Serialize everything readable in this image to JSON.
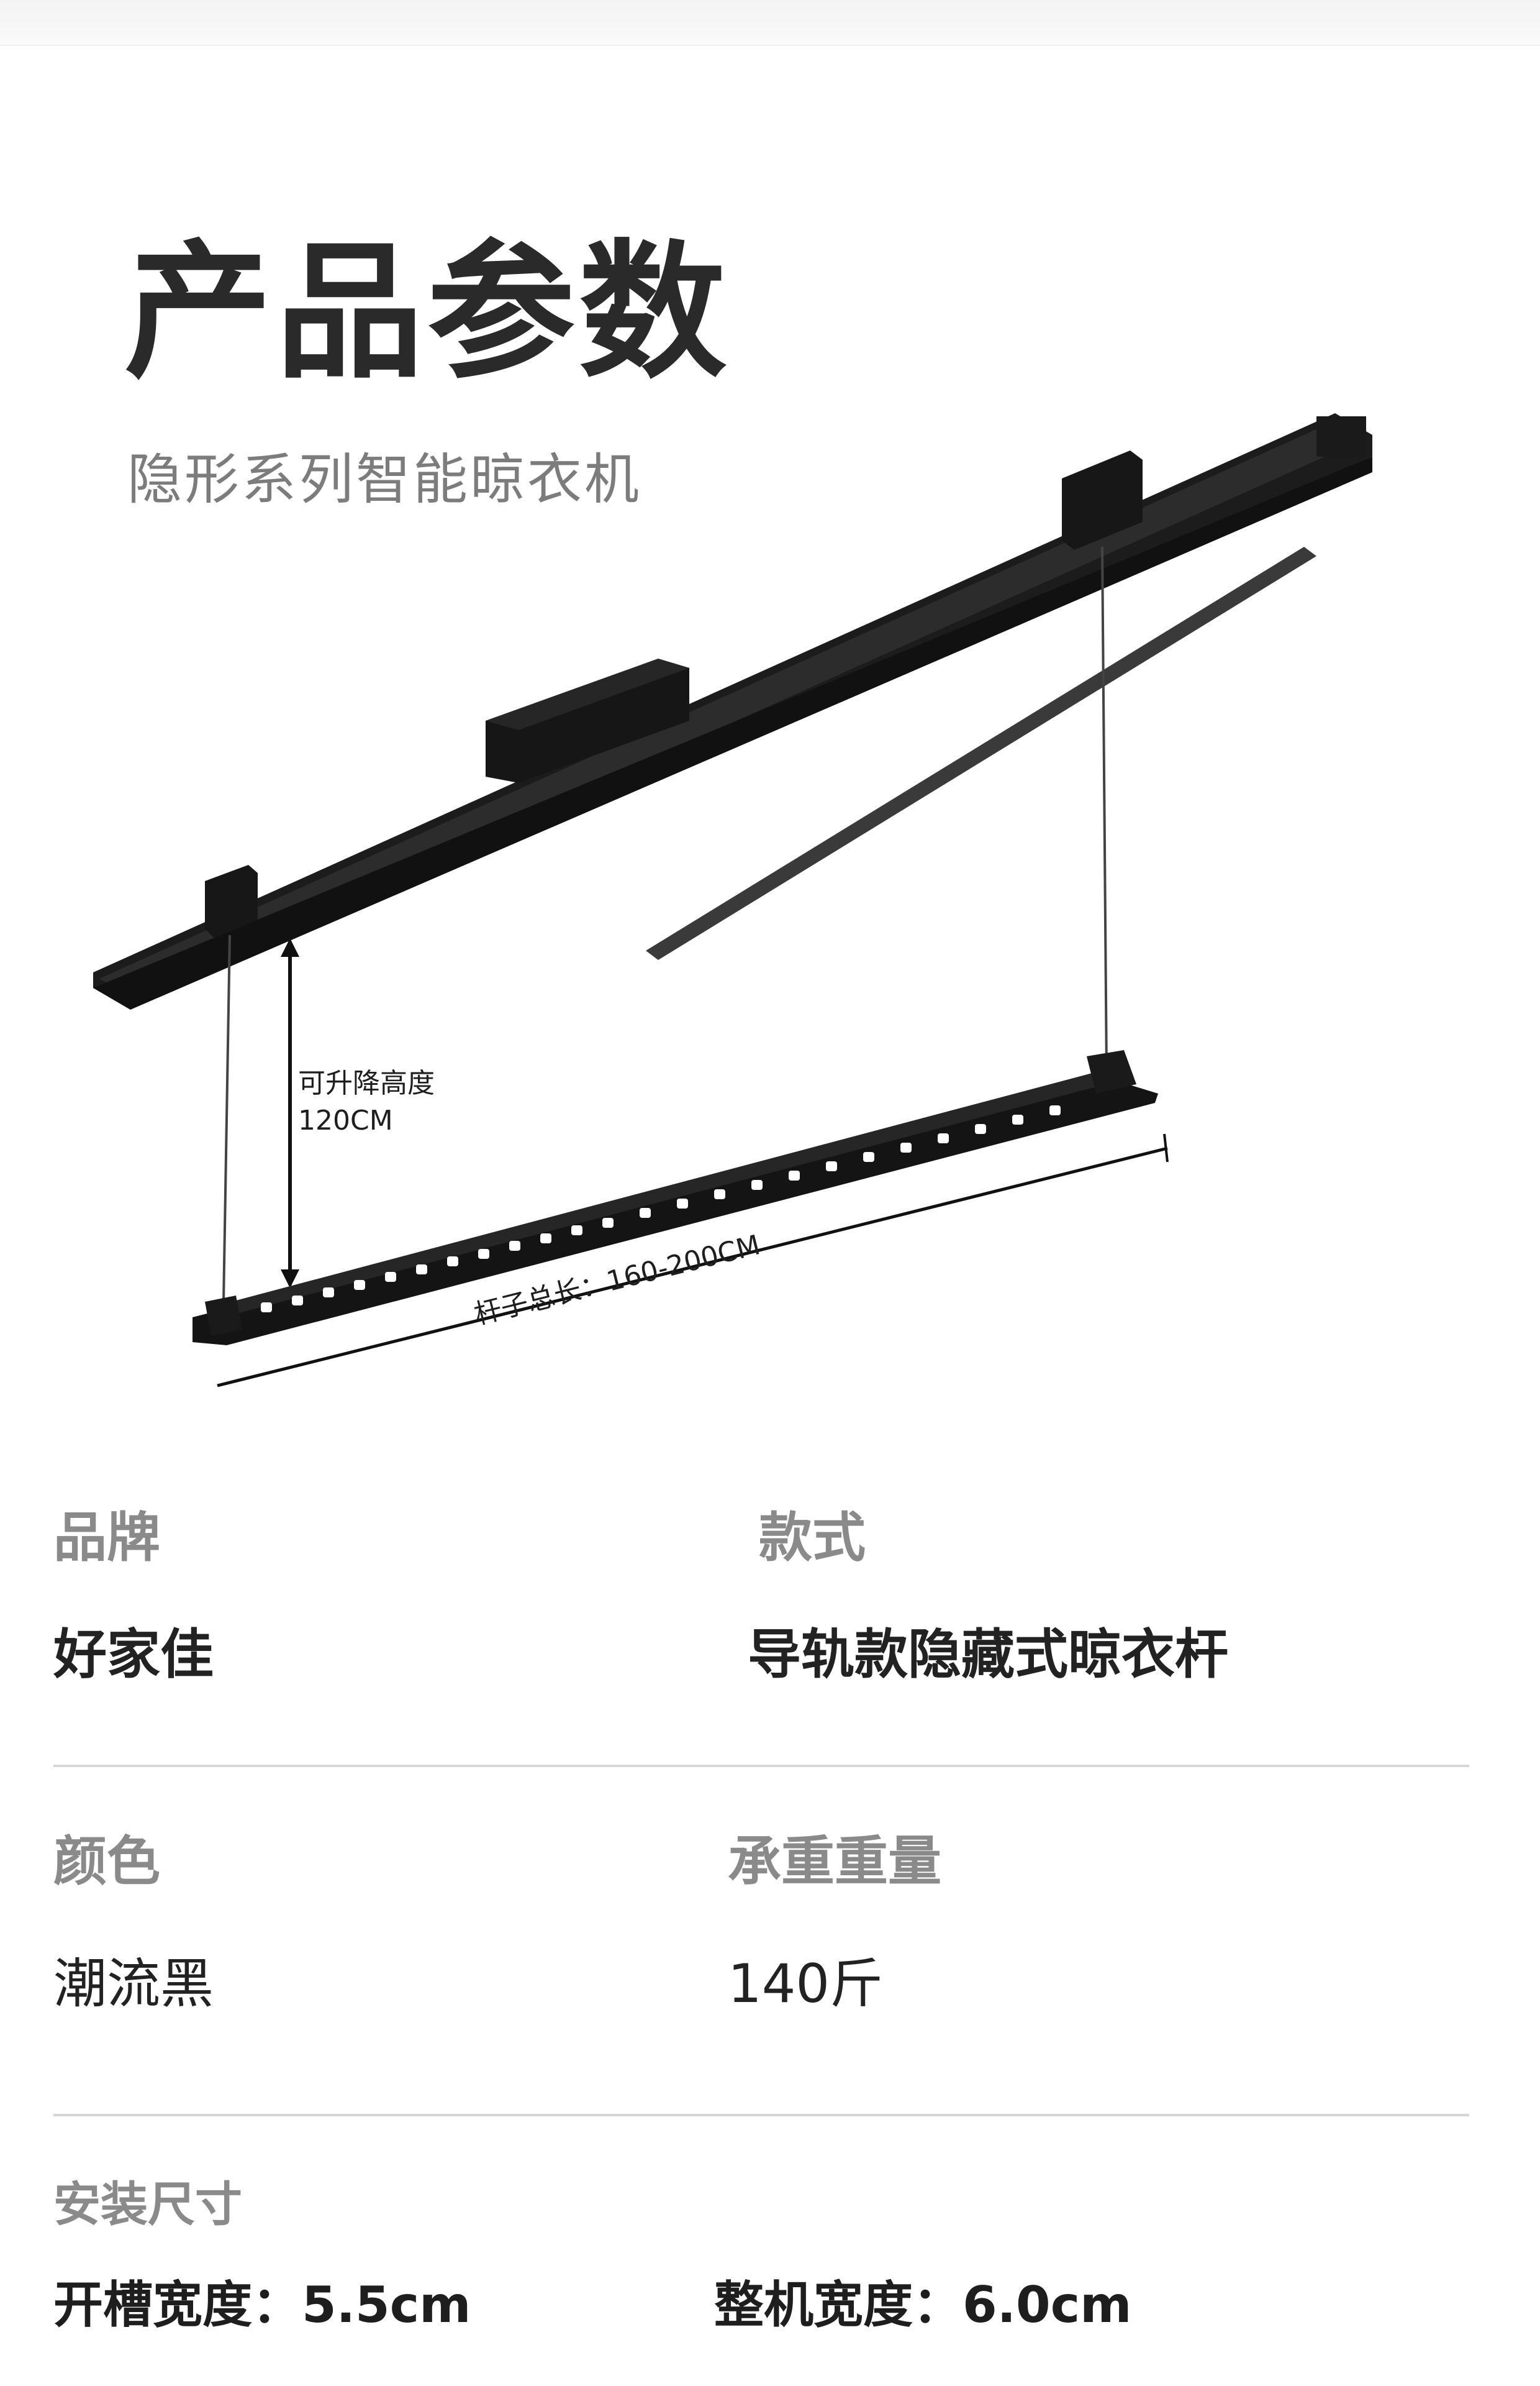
{
  "header": {
    "title": "产品参数",
    "subtitle": "隐形系列智能晾衣机"
  },
  "illustration": {
    "height_label_line1": "可升降高度",
    "height_label_line2": "120CM",
    "length_label": "杆子总长：160-200CM"
  },
  "specs": {
    "brand_label": "品牌",
    "brand_value": "好家佳",
    "style_label": "款式",
    "style_value": "导轨款隐藏式晾衣杆",
    "color_label": "颜色",
    "color_value": "潮流黑",
    "load_label": "承重重量",
    "load_value": "140斤"
  },
  "install": {
    "label": "安装尺寸",
    "slot_width": "开槽宽度：5.5cm",
    "machine_width": "整机宽度：6.0cm"
  },
  "colors": {
    "product": "#1f1f1f",
    "title": "#2a2a2a",
    "label_gray": "#8a8a8a",
    "divider": "#d6d6d6"
  }
}
